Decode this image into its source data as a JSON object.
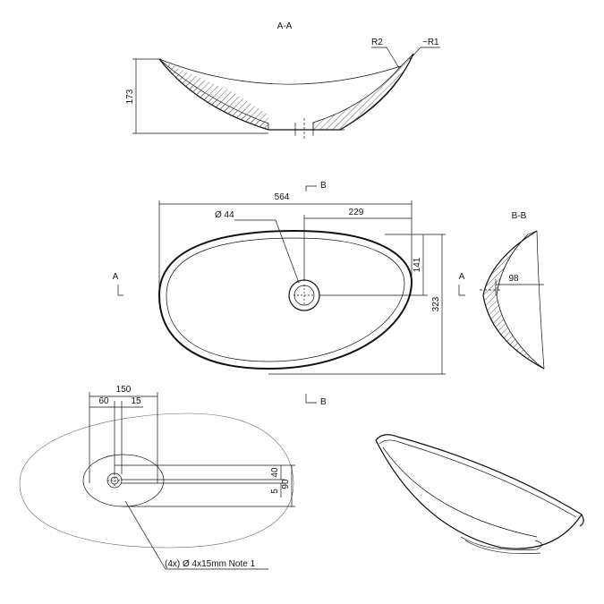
{
  "section_a": {
    "title": "A-A",
    "height": "173",
    "radius_2": "R2",
    "radius_1": "~R1"
  },
  "top_view": {
    "section_mark_b_top": "B",
    "section_mark_b_bottom": "B",
    "section_mark_a_left": "A",
    "section_mark_a_right": "A",
    "length": "564",
    "drain_offset": "229",
    "drain_diameter": "Ø 44",
    "half_width": "141",
    "width": "323"
  },
  "section_b": {
    "title": "B-B",
    "depth": "98"
  },
  "bottom_view": {
    "dim_150": "150",
    "dim_60": "60",
    "dim_15": "15",
    "dim_40": "40",
    "dim_5": "5",
    "dim_90": "90",
    "note": "(4x) Ø 4x15mm Note 1"
  },
  "colors": {
    "line": "#111111",
    "hatch": "#333333",
    "background": "#ffffff"
  }
}
